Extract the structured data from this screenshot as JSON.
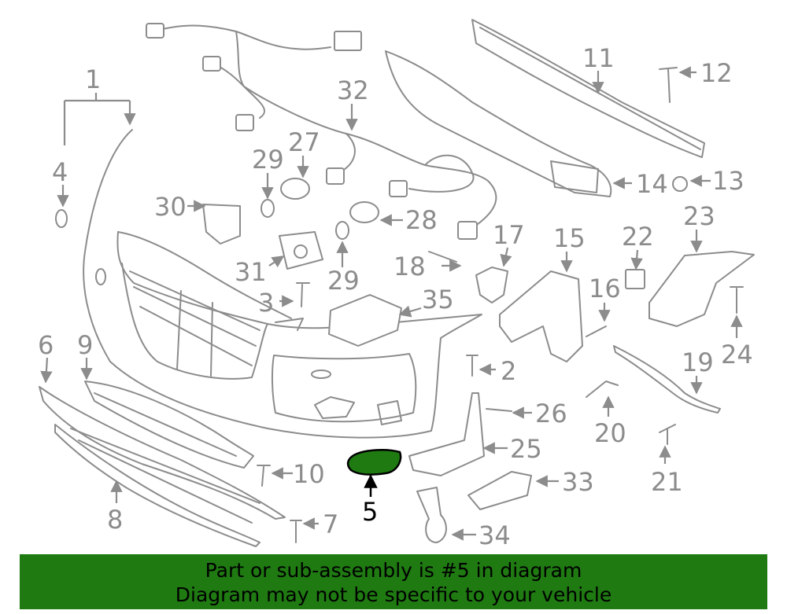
{
  "highlighted_part": "5",
  "callouts": [
    "1",
    "2",
    "3",
    "4",
    "5",
    "6",
    "7",
    "8",
    "9",
    "10",
    "11",
    "12",
    "13",
    "14",
    "15",
    "16",
    "17",
    "18",
    "19",
    "20",
    "21",
    "22",
    "23",
    "24",
    "25",
    "26",
    "27",
    "28",
    "29",
    "29",
    "30",
    "31",
    "32",
    "33",
    "34",
    "35"
  ],
  "banner": {
    "line1": "Part or sub-assembly is #5 in diagram",
    "line2": "Diagram may not be specific to your vehicle"
  },
  "colors": {
    "line_art": "#8c8c8c",
    "highlight_fill": "#1f7a12",
    "banner_background": "#1f7a12"
  }
}
